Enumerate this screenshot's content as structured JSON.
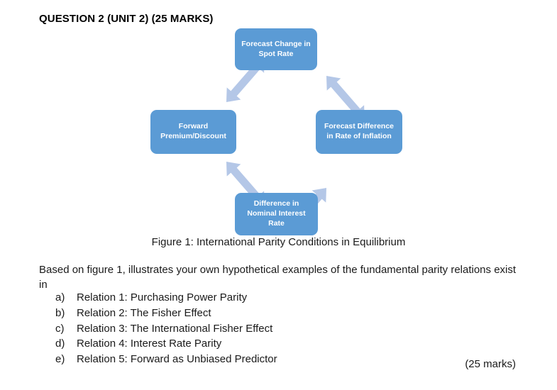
{
  "heading": "QUESTION 2 (UNIT 2) (25 MARKS)",
  "diagram": {
    "nodes": {
      "top": {
        "line1": "Forecast Change in",
        "line2": "Spot Rate"
      },
      "left": {
        "line1": "Forward",
        "line2": "Premium/Discount"
      },
      "right": {
        "line1": "Forecast Difference",
        "line2": "in Rate of Inflation"
      },
      "bottom": {
        "line1": "Difference in",
        "line2": "Nominal Interest",
        "line3": "Rate"
      }
    },
    "colors": {
      "node_fill": "#5b9bd5",
      "node_text": "#ffffff",
      "arrow_fill": "#b4c7e7"
    },
    "arrows": [
      {
        "name": "left-to-top",
        "double_headed": true
      },
      {
        "name": "top-to-right",
        "double_headed": true
      },
      {
        "name": "left-to-bottom",
        "double_headed": true
      },
      {
        "name": "right-to-bottom",
        "double_headed": true
      }
    ]
  },
  "caption": "Figure 1: International Parity Conditions in Equilibrium",
  "body": {
    "paragraph": "Based on figure 1, illustrates your own hypothetical examples of the fundamental parity relations exist in"
  },
  "list": [
    {
      "marker": "a)",
      "text": "Relation 1: Purchasing Power Parity"
    },
    {
      "marker": "b)",
      "text": "Relation 2: The Fisher Effect"
    },
    {
      "marker": "c)",
      "text": "Relation 3: The International Fisher Effect"
    },
    {
      "marker": "d)",
      "text": "Relation 4: Interest Rate Parity"
    },
    {
      "marker": "e)",
      "text": "Relation 5: Forward as Unbiased Predictor"
    }
  ],
  "marks_note": "(25 marks)"
}
